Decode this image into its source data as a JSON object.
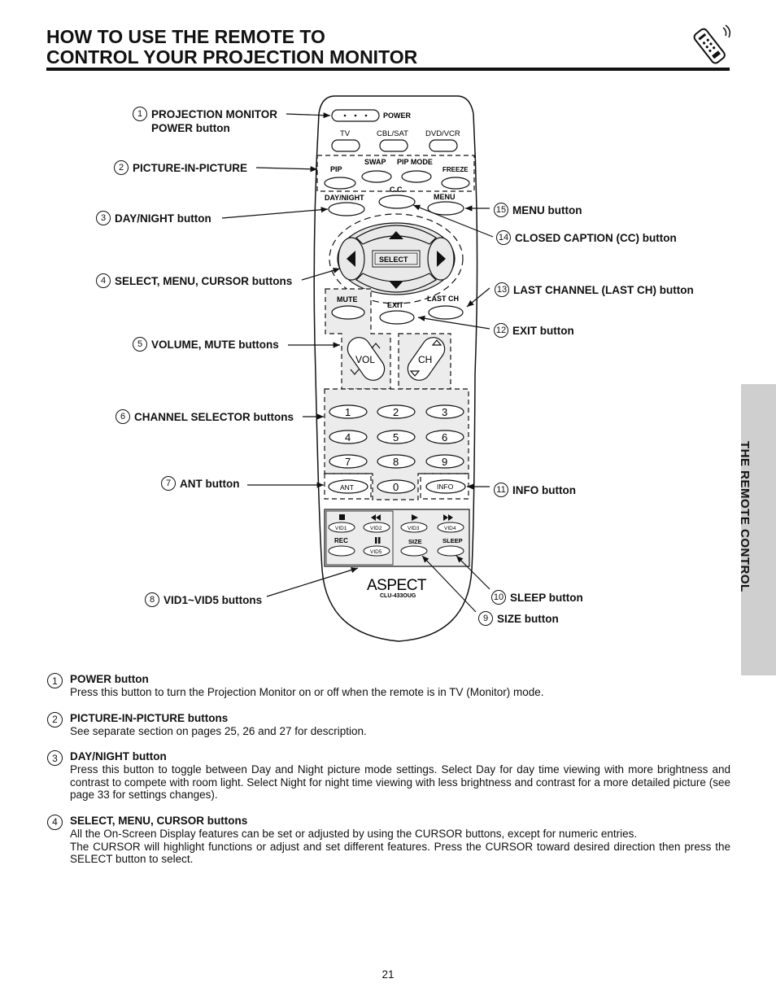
{
  "page": {
    "title_line1": "HOW TO USE THE REMOTE TO",
    "title_line2": "CONTROL YOUR PROJECTION MONITOR",
    "side_tab": "THE REMOTE CONTROL",
    "page_number": "21"
  },
  "remote": {
    "power": "POWER",
    "tv": "TV",
    "cbl_sat": "CBL/SAT",
    "dvd_vcr": "DVD/VCR",
    "swap": "SWAP",
    "pip_mode": "PIP MODE",
    "pip": "PIP",
    "freeze": "FREEZE",
    "cc": "C.C.",
    "day_night": "DAY/NIGHT",
    "menu": "MENU",
    "select": "SELECT",
    "mute": "MUTE",
    "exit": "EXIT",
    "last_ch": "LAST CH",
    "vol": "VOL",
    "ch": "CH",
    "digits": [
      "1",
      "2",
      "3",
      "4",
      "5",
      "6",
      "7",
      "8",
      "9",
      "0"
    ],
    "ant": "ANT",
    "info": "INFO",
    "vid1": "VID1",
    "vid2": "VID2",
    "vid3": "VID3",
    "vid4": "VID4",
    "vid5": "VID5",
    "rec": "REC",
    "size": "SIZE",
    "sleep": "SLEEP",
    "brand": "ASPECT",
    "model": "CLU-433OUG"
  },
  "callouts": [
    {
      "num": "1",
      "text": "PROJECTION MONITOR",
      "text2": "POWER button"
    },
    {
      "num": "2",
      "text": "PICTURE-IN-PICTURE"
    },
    {
      "num": "3",
      "text": "DAY/NIGHT button"
    },
    {
      "num": "4",
      "text": "SELECT, MENU, CURSOR buttons"
    },
    {
      "num": "5",
      "text": "VOLUME, MUTE buttons"
    },
    {
      "num": "6",
      "text": "CHANNEL SELECTOR buttons"
    },
    {
      "num": "7",
      "text": "ANT button"
    },
    {
      "num": "8",
      "text": "VID1~VID5 buttons"
    },
    {
      "num": "9",
      "text": "SIZE button"
    },
    {
      "num": "10",
      "text": "SLEEP button"
    },
    {
      "num": "11",
      "text": "INFO button"
    },
    {
      "num": "12",
      "text": "EXIT button"
    },
    {
      "num": "13",
      "text": "LAST CHANNEL (LAST CH) button"
    },
    {
      "num": "14",
      "text": "CLOSED CAPTION (CC) button"
    },
    {
      "num": "15",
      "text": "MENU button"
    }
  ],
  "descriptions": [
    {
      "num": "1",
      "head": "POWER button",
      "lines": [
        "Press this button to turn the Projection Monitor on or off when the remote is in TV (Monitor) mode."
      ]
    },
    {
      "num": "2",
      "head": "PICTURE-IN-PICTURE buttons",
      "lines": [
        "See separate section on pages 25, 26 and 27 for description."
      ]
    },
    {
      "num": "3",
      "head": "DAY/NIGHT button",
      "lines": [
        "Press this button to toggle between Day and Night picture mode settings.  Select Day for day time viewing with more brightness and contrast to compete with room light.  Select Night for night time viewing with less brightness and contrast for a more detailed picture (see page 33 for settings changes)."
      ]
    },
    {
      "num": "4",
      "head": "SELECT, MENU, CURSOR buttons",
      "lines": [
        "All the On-Screen Display features can be set or adjusted by using the CURSOR buttons, except for numeric entries.",
        "The CURSOR will highlight functions or adjust and set different features.  Press the CURSOR toward desired direction then press the SELECT button to select."
      ]
    }
  ]
}
